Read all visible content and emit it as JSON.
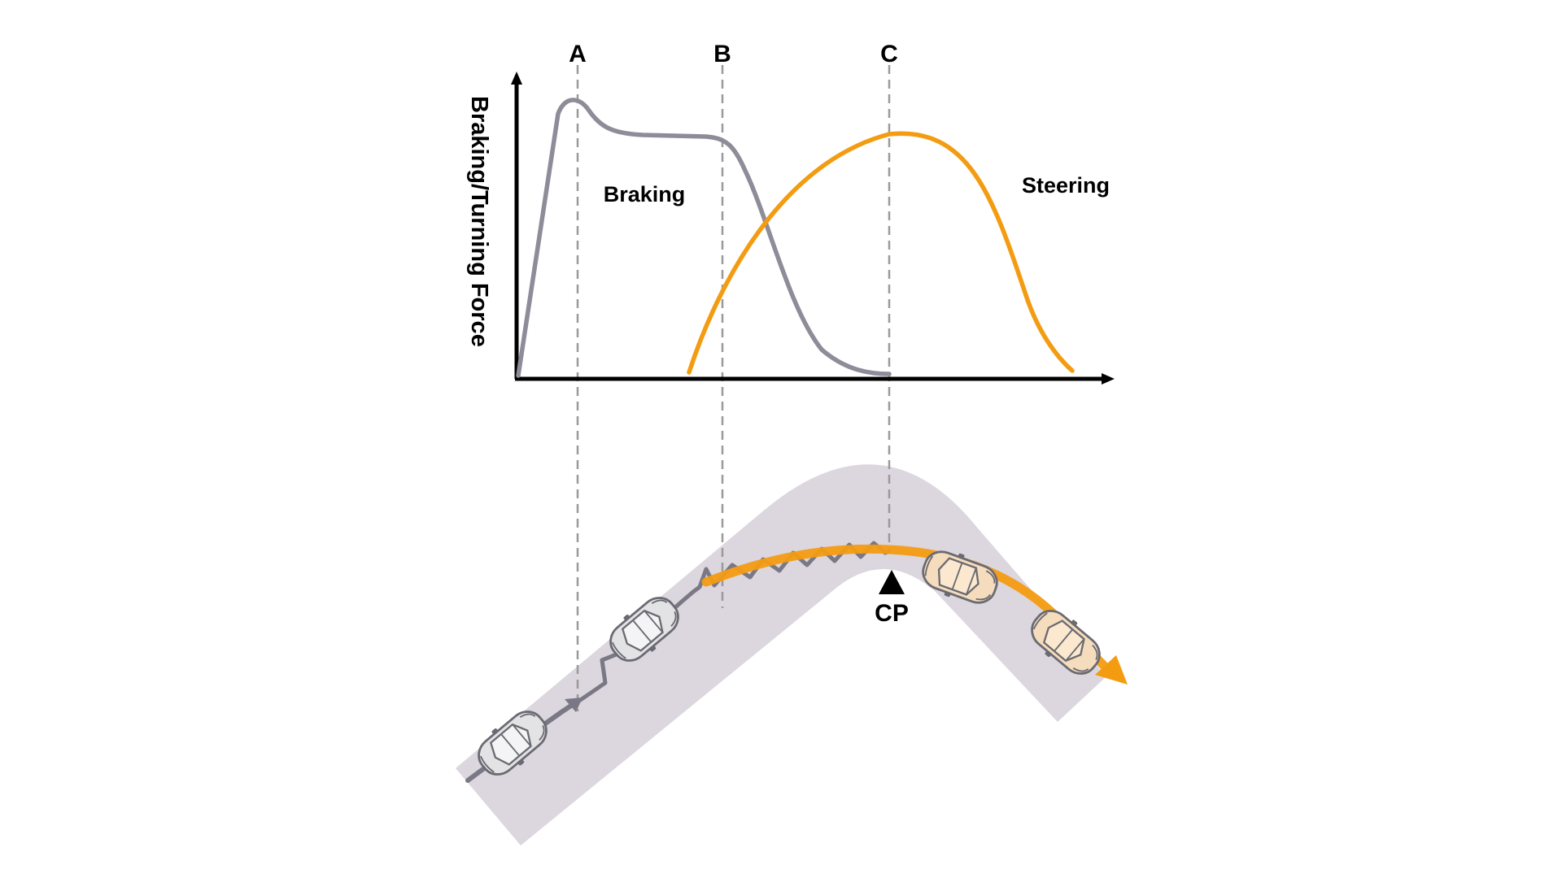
{
  "diagram": {
    "y_axis_label": "Braking/Turning Force",
    "markers": {
      "a": "A",
      "b": "B",
      "c": "C"
    },
    "curves": {
      "braking": "Braking",
      "steering": "Steering"
    },
    "road": {
      "cp_label": "CP"
    }
  },
  "colors": {
    "braking": "#8e8c99",
    "steering": "#f39c12",
    "road": "#dcd6de",
    "axis": "#000000",
    "guide": "#9a9a9a",
    "car_body": "#e3e3e6",
    "car_outline": "#6a6a72"
  },
  "icons": [
    "car-icon",
    "cp-marker-icon",
    "path-arrow-icon"
  ]
}
